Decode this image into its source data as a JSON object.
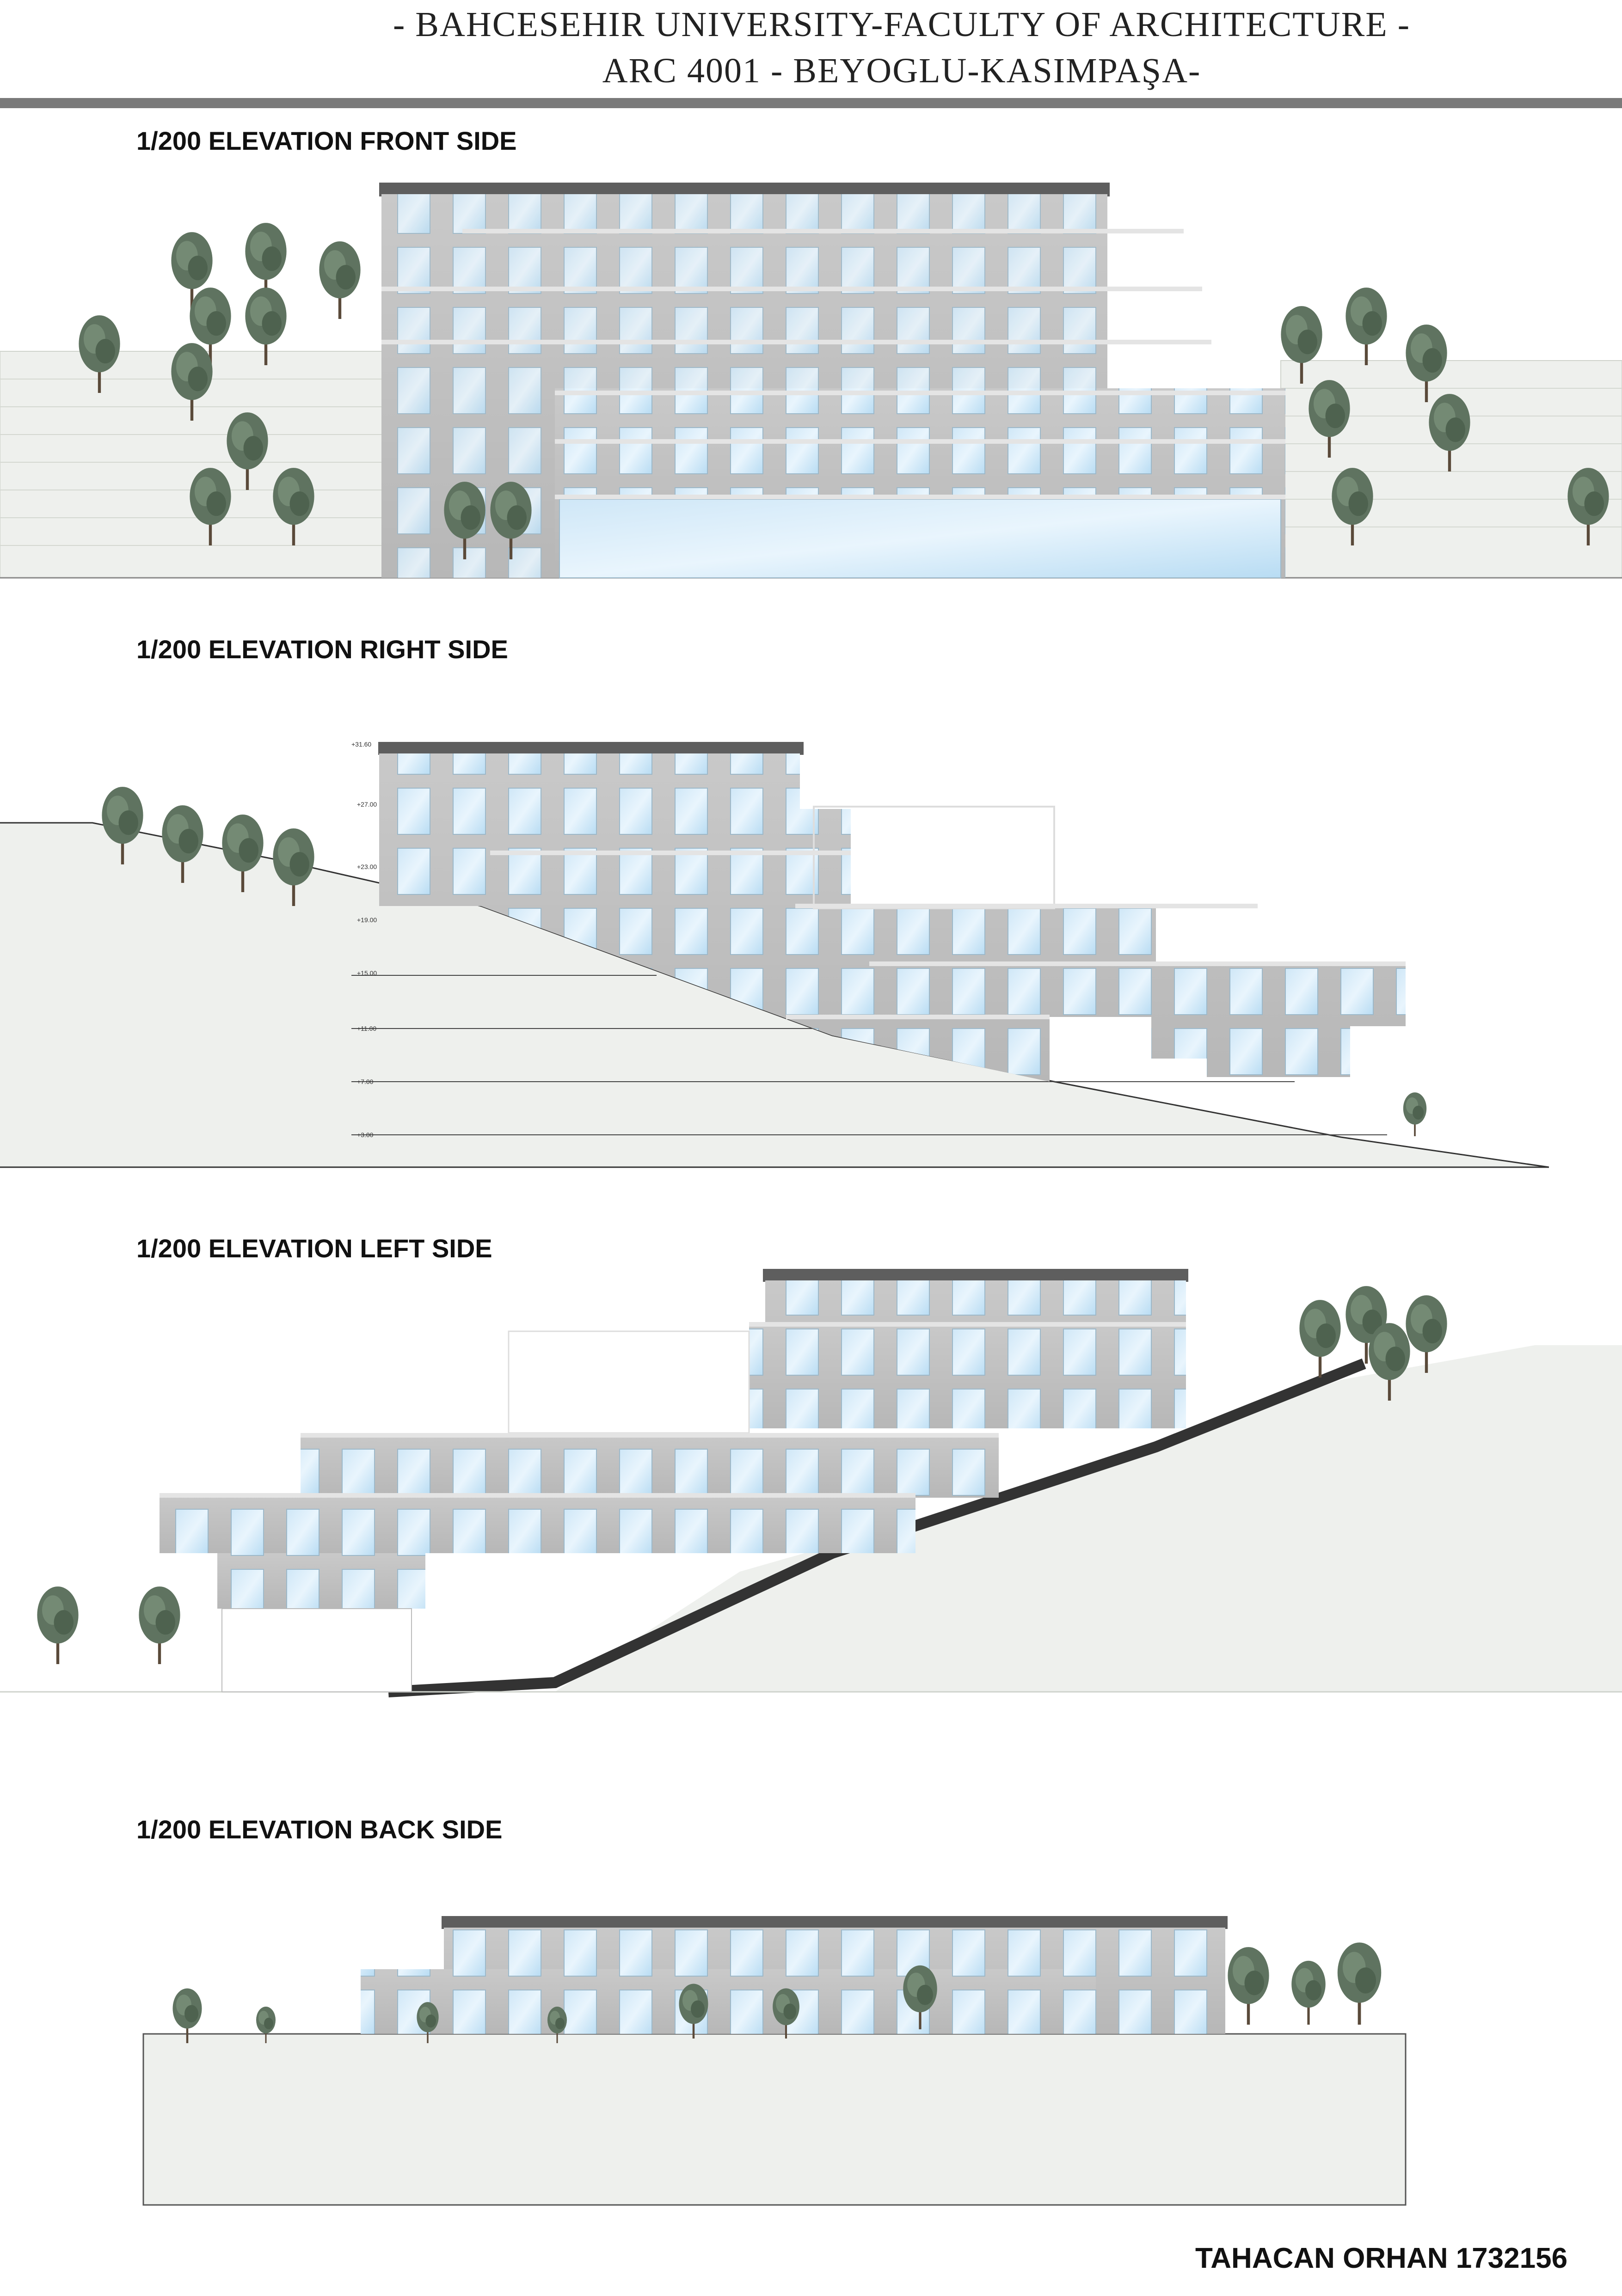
{
  "header": {
    "line1": "- BAHCESEHIR UNIVERSITY-FACULTY OF ARCHITECTURE -",
    "line2": "ARC 4001 - BEYOGLU-KASIMPAŞA-"
  },
  "sections": {
    "front": "1/200 ELEVATION  FRONT SIDE",
    "right": "1/200 ELEVATION RIGHT SIDE",
    "left": "1/200 ELEVATION LEFT SIDE",
    "back": "1/200 ELEVATION BACK SIDE"
  },
  "levels": [
    "+31.60",
    "+27.00",
    "+23.00",
    "+19.00",
    "+15.00",
    "+11.00",
    "+7.00",
    "+3.00"
  ],
  "author": "TAHACAN ORHAN 1732156"
}
